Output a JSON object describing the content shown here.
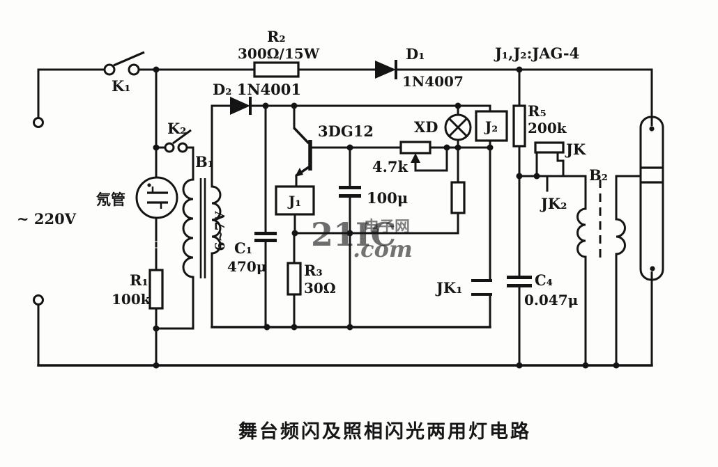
{
  "diagram": {
    "caption": "舞台频闪及照相闪光两用灯电路",
    "supply_voltage": "~ 220V",
    "relay_spec": "J₁,J₂:JAG-4",
    "watermark": {
      "brand": "21IC",
      "domain": ".com",
      "site_cn": "电子网",
      "color_pink": "#ec9a9a",
      "color_rose": "#d9a6a6"
    },
    "labels": {
      "k1": "K₁",
      "k2": "K₂",
      "neon_tube": "氖管",
      "b1": "B₁",
      "b1_secondary_voltage": "6~7V",
      "r1": "R₁",
      "r1_value": "100k",
      "r2": "R₂",
      "r2_value": "300Ω/15W",
      "d2": "D₂ 1N4001",
      "d1": "D₁",
      "d1_value": "1N4007",
      "transistor": "3DG12",
      "j1": "J₁",
      "j2": "J₂",
      "c1": "C₁",
      "c1_value": "470μ",
      "r3": "R₃",
      "r3_value": "30Ω",
      "timing_cap_value": "100μ",
      "pot_value": "4.7k",
      "xd": "XD",
      "r5": "R₅",
      "r5_value": "200k",
      "jk": "JK",
      "jk2": "JK₂",
      "jk1": "JK₁",
      "c4": "C₄",
      "c4_value": "0.047μ",
      "b2": "B₂"
    }
  }
}
